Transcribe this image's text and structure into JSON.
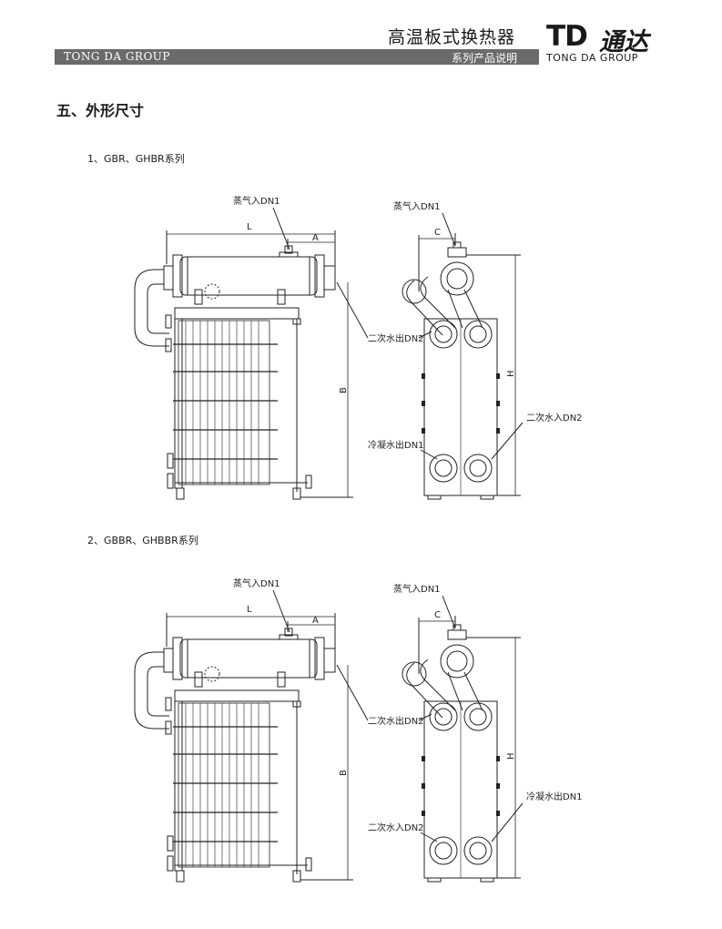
{
  "header": {
    "title": "高温板式换热器",
    "group_name": "TONG DA GROUP",
    "subtitle": "系列产品说明",
    "logo": {
      "mark": "TD",
      "chinese": "通达",
      "english": "TONG DA GROUP"
    }
  },
  "section": {
    "heading": "五、外形尺寸"
  },
  "series": [
    {
      "label": "1、GBR、GHBR系列",
      "side_view": {
        "steam_inlet": "蒸气入DN1",
        "dim_length": "L",
        "dim_a": "A",
        "dim_b": "B"
      },
      "front_view": {
        "steam_inlet": "蒸气入DN1",
        "dim_c": "C",
        "dim_h": "H",
        "upper_side_label": "二次水出DN2",
        "lower_right_label": "二次水入DN2",
        "lower_left_label": "冷凝水出DN1"
      }
    },
    {
      "label": "2、GBBR、GHBBR系列",
      "side_view": {
        "steam_inlet": "蒸气入DN1",
        "dim_length": "L",
        "dim_a": "A",
        "dim_b": "B"
      },
      "front_view": {
        "steam_inlet": "蒸气入DN1",
        "dim_c": "C",
        "dim_h": "H",
        "upper_side_label": "二次水出DN2",
        "lower_right_label": "冷凝水出DN1",
        "lower_left_label": "二次水入DN2"
      }
    }
  ]
}
